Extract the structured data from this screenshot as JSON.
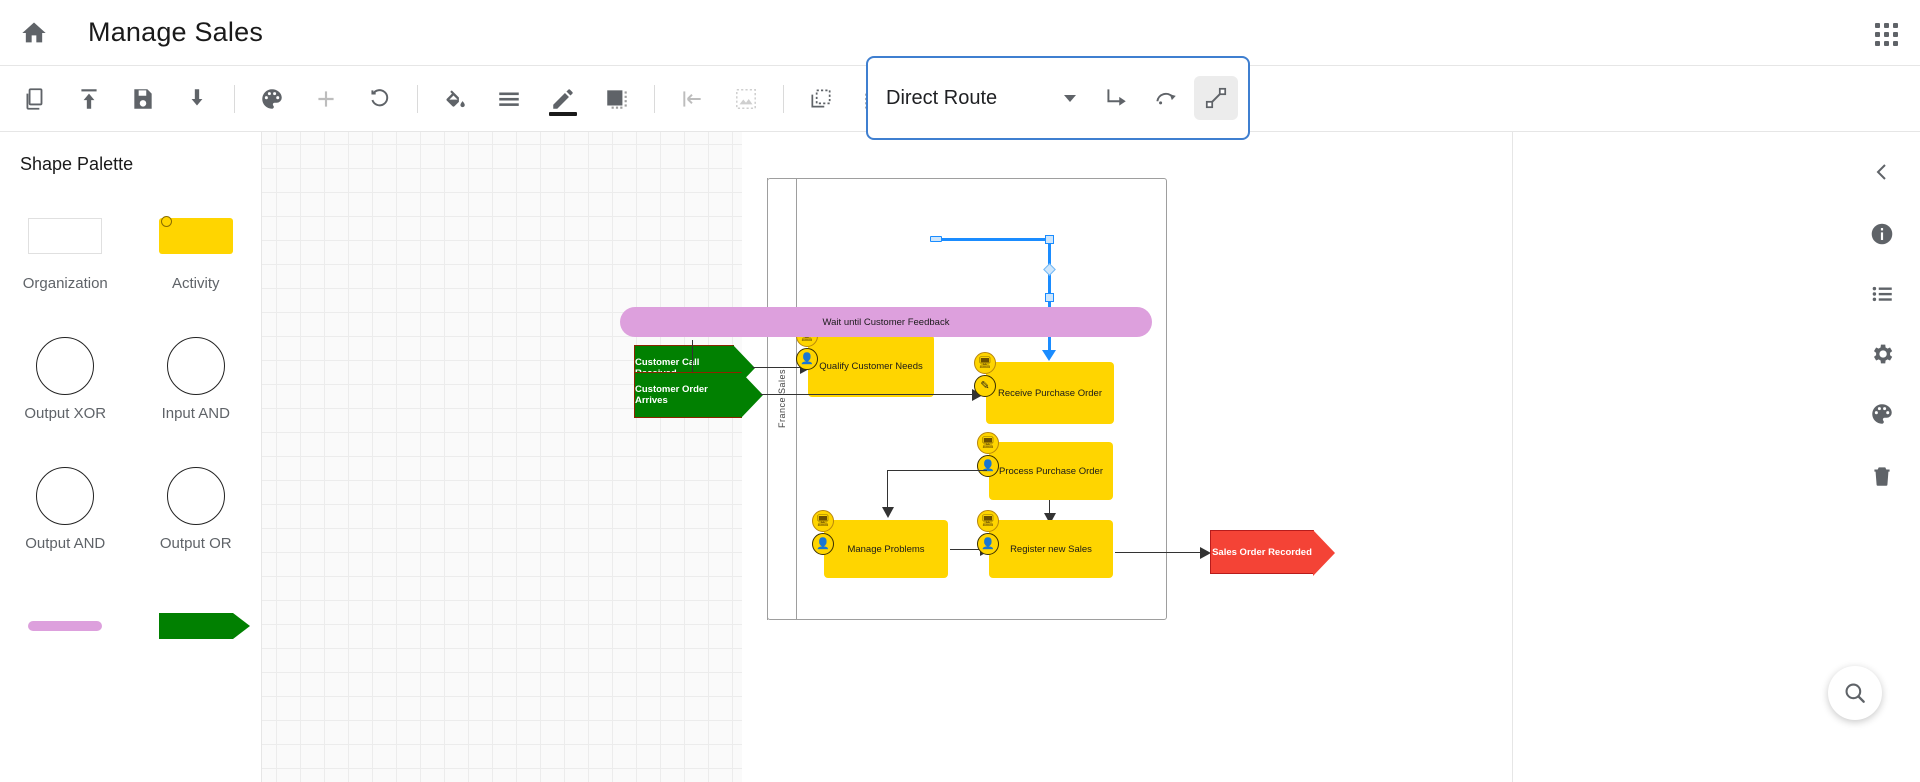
{
  "header": {
    "home_icon": "home-icon",
    "title": "Manage Sales",
    "apps_icon": "apps-grid-icon"
  },
  "toolbar": {
    "buttons": [
      {
        "name": "copy-button",
        "icon": "copy-icon",
        "disabled": false
      },
      {
        "name": "upload-button",
        "icon": "upload-icon",
        "disabled": false
      },
      {
        "name": "save-button",
        "icon": "save-disk-icon",
        "disabled": false
      },
      {
        "name": "download-button",
        "icon": "download-icon",
        "disabled": false
      },
      {
        "name": "theme-button",
        "icon": "palette-icon",
        "disabled": false
      },
      {
        "name": "add-button",
        "icon": "plus-icon",
        "disabled": true
      },
      {
        "name": "undo-button",
        "icon": "undo-icon",
        "disabled": false
      },
      {
        "name": "fill-color-button",
        "icon": "paint-bucket-icon",
        "disabled": false
      },
      {
        "name": "line-style-button",
        "icon": "lines-icon",
        "disabled": false
      },
      {
        "name": "line-color-button",
        "icon": "pencil-icon",
        "disabled": false
      },
      {
        "name": "shadow-button",
        "icon": "filled-square-icon",
        "disabled": false
      },
      {
        "name": "align-left-button",
        "icon": "align-left-icon",
        "disabled": true
      },
      {
        "name": "insert-image-button",
        "icon": "image-icon",
        "disabled": true
      },
      {
        "name": "group-button",
        "icon": "group-icon",
        "disabled": false
      },
      {
        "name": "ungroup-button",
        "icon": "ungroup-icon",
        "disabled": false
      }
    ]
  },
  "route_group": {
    "selected_route": "Direct Route",
    "dropdown_icon": "chevron-down-icon",
    "options": [
      "Direct Route"
    ],
    "route_buttons": [
      {
        "name": "orthogonal-route-button",
        "icon": "orthogonal-route-icon",
        "active": false
      },
      {
        "name": "curved-route-button",
        "icon": "curved-route-icon",
        "active": false
      },
      {
        "name": "direct-route-button",
        "icon": "direct-route-icon",
        "active": true
      }
    ],
    "highlight_color": "#3f7fd0"
  },
  "palette": {
    "title": "Shape Palette",
    "shapes": [
      {
        "label": "Organization",
        "kind": "organization"
      },
      {
        "label": "Activity",
        "kind": "activity"
      },
      {
        "label": "Output XOR",
        "kind": "circle"
      },
      {
        "label": "Input AND",
        "kind": "circle"
      },
      {
        "label": "Output AND",
        "kind": "circle"
      },
      {
        "label": "Output OR",
        "kind": "circle"
      },
      {
        "label": "",
        "kind": "bar"
      },
      {
        "label": "",
        "kind": "event"
      }
    ]
  },
  "diagram": {
    "lane_label": "France Sales",
    "events": [
      {
        "id": "ev1",
        "label": "Customer Call Received",
        "color": "#018001"
      },
      {
        "id": "ev2",
        "label": "Customer Order Arrives",
        "color": "#018001"
      },
      {
        "id": "ev3",
        "label": "Sales Order Recorded",
        "color": "#F44336"
      }
    ],
    "activities": [
      {
        "id": "a1",
        "label": "Qualify Customer Needs"
      },
      {
        "id": "a2",
        "label": "Receive Purchase Order"
      },
      {
        "id": "a3",
        "label": "Process Purchase Order"
      },
      {
        "id": "a4",
        "label": "Manage Problems"
      },
      {
        "id": "a5",
        "label": "Register new Sales"
      }
    ],
    "wait_bar": {
      "label": "Wait until Customer Feedback",
      "color": "#DDA0DD"
    },
    "selected_connector": {
      "from": "Qualify Customer Needs",
      "to": "Receive Purchase Order",
      "color": "#1a8cff"
    }
  },
  "right_rail": {
    "buttons": [
      {
        "name": "collapse-panel-button",
        "icon": "chevron-left-icon"
      },
      {
        "name": "info-button",
        "icon": "info-icon"
      },
      {
        "name": "list-button",
        "icon": "list-icon"
      },
      {
        "name": "settings-button",
        "icon": "gear-icon"
      },
      {
        "name": "theme-palette-button",
        "icon": "palette-icon"
      },
      {
        "name": "delete-button",
        "icon": "trash-icon"
      }
    ],
    "search_fab": {
      "name": "search-button",
      "icon": "search-icon"
    }
  }
}
